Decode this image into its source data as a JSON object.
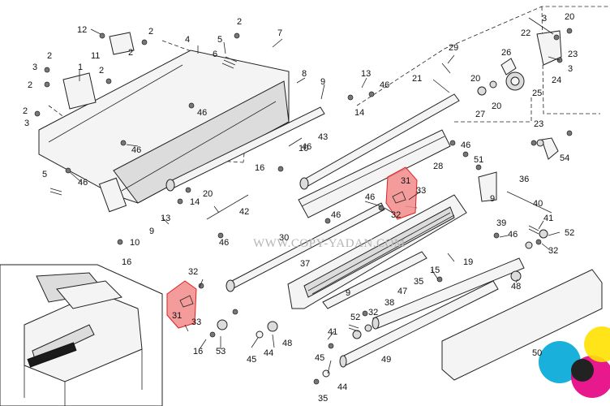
{
  "watermark": "WWW.COPY-YADAN.COM",
  "callouts": {
    "c1": "1",
    "c2a": "2",
    "c2b": "2",
    "c2c": "2",
    "c2d": "2",
    "c2e": "2",
    "c2f": "2",
    "c3a": "3",
    "c3b": "3",
    "c3c": "3",
    "c4": "4",
    "c5a": "5",
    "c5b": "5",
    "c6": "6",
    "c7": "7",
    "c8": "8",
    "c9a": "9",
    "c9b": "9",
    "c9c": "9",
    "c9d": "9",
    "c10a": "10",
    "c10b": "10",
    "c11": "11",
    "c12": "12",
    "c13a": "13",
    "c13b": "13",
    "c14a": "14",
    "c14b": "14",
    "c15": "15",
    "c16a": "16",
    "c16b": "16",
    "c16c": "16",
    "c19": "19",
    "c20a": "20",
    "c20b": "20",
    "c20c": "20",
    "c21": "21",
    "c22": "22",
    "c23a": "23",
    "c23b": "23",
    "c24": "24",
    "c25": "25",
    "c26": "26",
    "c27": "27",
    "c28": "28",
    "c29": "29",
    "c30": "30",
    "c31a": "31",
    "c31b": "31",
    "c32a": "32",
    "c32b": "32",
    "c32c": "32",
    "c32d": "32",
    "c33a": "33",
    "c33b": "33",
    "c35a": "35",
    "c35b": "35",
    "c36": "36",
    "c37": "37",
    "c38": "38",
    "c39": "39",
    "c40": "40",
    "c41a": "41",
    "c41b": "41",
    "c42": "42",
    "c43": "43",
    "c44a": "44",
    "c44b": "44",
    "c45a": "45",
    "c45b": "45",
    "c46a": "46",
    "c46b": "46",
    "c46c": "46",
    "c46d": "46",
    "c46e": "46",
    "c46f": "46",
    "c46g": "46",
    "c46h": "46",
    "c46i": "46",
    "c46j": "46",
    "c47": "47",
    "c48a": "48",
    "c48b": "48",
    "c49": "49",
    "c50": "50",
    "c51": "51",
    "c52a": "52",
    "c52b": "52",
    "c53": "53",
    "c54": "54"
  },
  "colors": {
    "highlight": "#f28b8b",
    "swatch_cyan": "#00a7d8",
    "swatch_magenta": "#e4007f",
    "swatch_yellow": "#ffe100",
    "swatch_dark": "#222222"
  }
}
